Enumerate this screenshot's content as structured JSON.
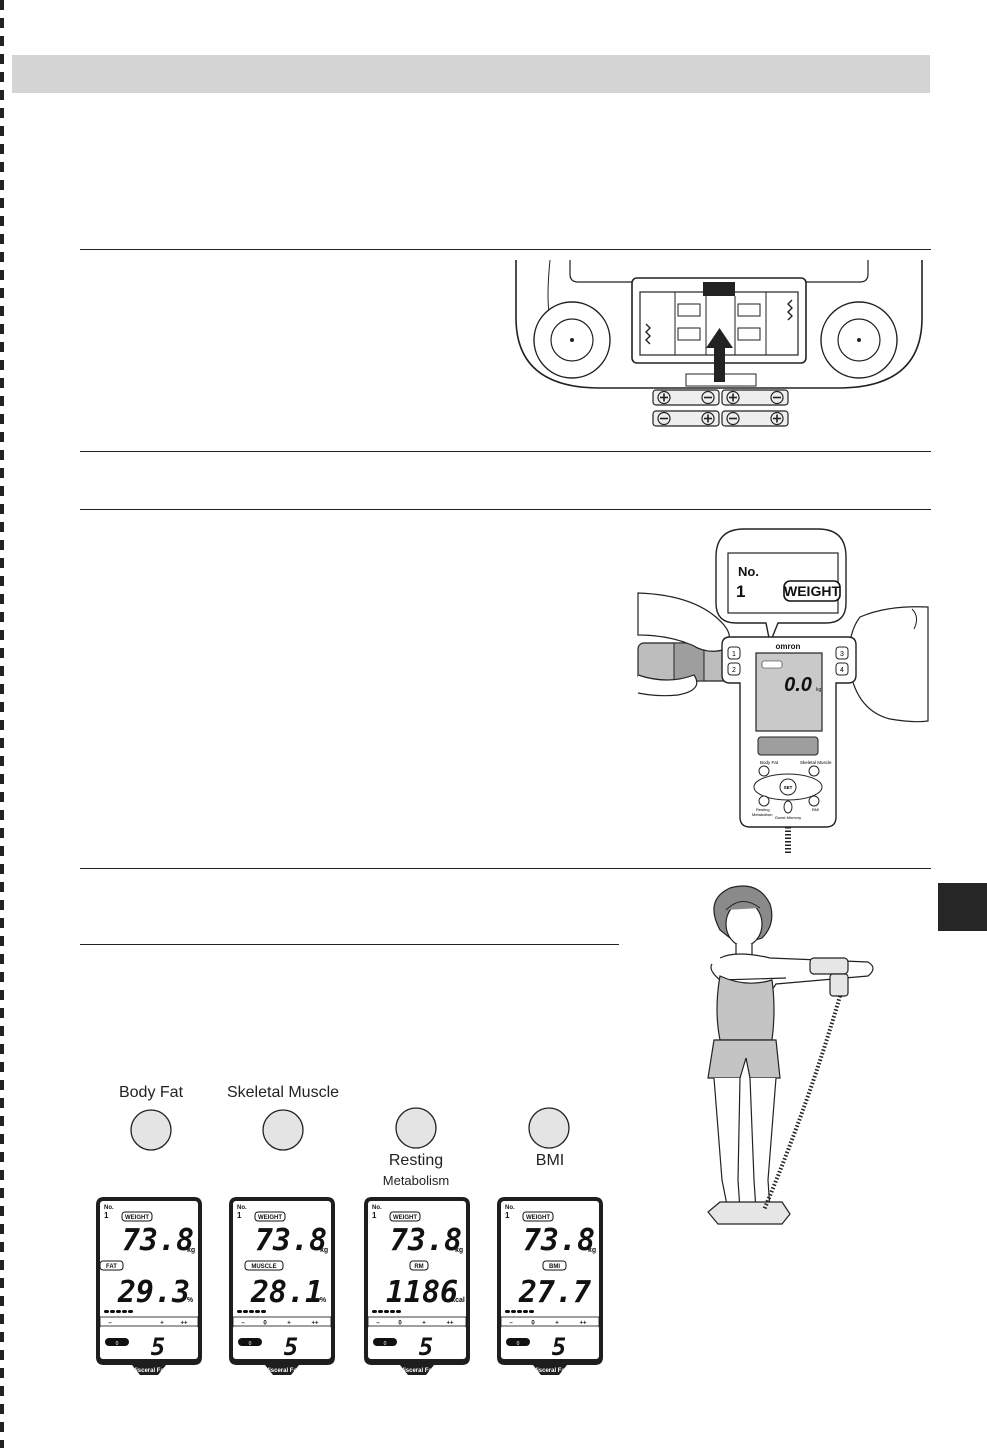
{
  "buttons": [
    {
      "label": "Body Fat",
      "sub": ""
    },
    {
      "label": "Skeletal Muscle",
      "sub": ""
    },
    {
      "label": "Resting",
      "sub": "Metabolism"
    },
    {
      "label": "BMI",
      "sub": ""
    }
  ],
  "callout": {
    "no_label": "No.",
    "no_value": "1",
    "weight_badge": "WEIGHT"
  },
  "monitor": {
    "brand": "omron",
    "display_weight": "0.0",
    "unit": "kg",
    "user_keys": [
      "1",
      "2",
      "3",
      "4"
    ],
    "keypad": {
      "body_fat": "Body Fat",
      "skeletal_muscle": "Skeletal Muscle",
      "set": "SET",
      "resting": "Resting",
      "metabolism": "Metabolism",
      "bmi": "BMI",
      "guest": "Guest Memory"
    }
  },
  "displays": [
    {
      "no_label": "No.",
      "no": "1",
      "badge1": "WEIGHT",
      "value1": "73.8",
      "unit1": "kg",
      "badge2": "FAT",
      "value2": "29.3",
      "unit2": "%",
      "bottom": "5",
      "footer": "Visceral Fat",
      "pill": "0"
    },
    {
      "no_label": "No.",
      "no": "1",
      "badge1": "WEIGHT",
      "value1": "73.8",
      "unit1": "kg",
      "badge2": "MUSCLE",
      "value2": "28.1",
      "unit2": "%",
      "bottom": "5",
      "footer": "Visceral Fat",
      "pill": "0",
      "scale": [
        "–",
        "0",
        "+",
        "++"
      ]
    },
    {
      "no_label": "No.",
      "no": "1",
      "badge1": "WEIGHT",
      "value1": "73.8",
      "unit1": "kg",
      "badge2": "RM",
      "value2": "1186",
      "unit2": "kcal",
      "bottom": "5",
      "footer": "Visceral Fat",
      "pill": "0",
      "scale": [
        "–",
        "0",
        "+",
        "++"
      ]
    },
    {
      "no_label": "No.",
      "no": "1",
      "badge1": "WEIGHT",
      "value1": "73.8",
      "unit1": "kg",
      "badge2": "BMI",
      "value2": "27.7",
      "unit2": "",
      "bottom": "5",
      "footer": "Visceral Fat",
      "pill": "0",
      "scale": [
        "–",
        "0",
        "+",
        "++"
      ]
    }
  ],
  "fat_scale": [
    "–",
    "+",
    "++"
  ],
  "colors": {
    "header_band": "#d4d4d4",
    "side_tab": "#262626",
    "button_fill": "#e4e4e4",
    "lcd_bg": "#ffffff",
    "frame": "#1e1e1e"
  }
}
